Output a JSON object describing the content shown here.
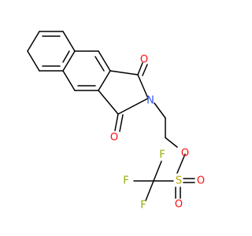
{
  "molecule": {
    "colors": {
      "bond": "#000000",
      "O": "#ff0d0d",
      "N": "#3050f8",
      "S": "#b8a200",
      "F": "#90b000"
    },
    "atoms": {
      "o_top": "O",
      "o_bottom": "O",
      "n": "N",
      "o_ester": "O",
      "s": "S",
      "o_sulfonyl": "O",
      "o_sulfonyl_down": "O",
      "f_top": "F",
      "f_left": "F",
      "f_bottom": "F"
    }
  }
}
